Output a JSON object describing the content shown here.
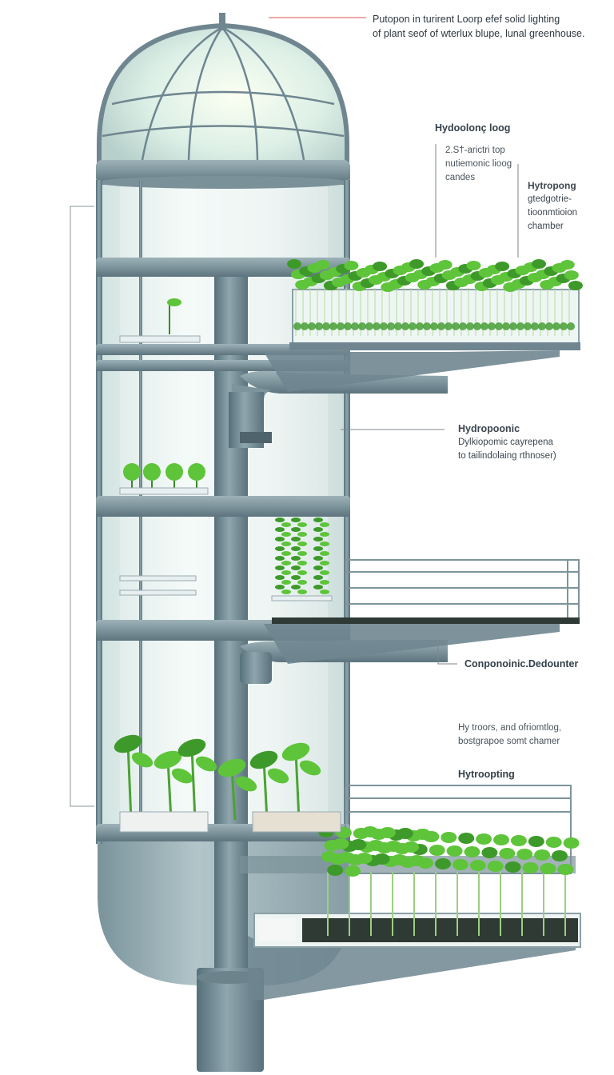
{
  "title": {
    "line1": "Putopon in turirent Loorp efef solid lighting",
    "line2": "of plant seof of wterlux blupe,  lunal greenhouse."
  },
  "labels": [
    {
      "id": "top-loop",
      "heading": "Hydoolonç loog",
      "lines": []
    },
    {
      "id": "nutrient-loop",
      "heading": "",
      "lines": [
        "2.S†-arictri top",
        "nutiemonic lioog",
        "candes"
      ]
    },
    {
      "id": "hydroponic-chamber-top",
      "heading": "Hytropong",
      "lines": [
        "gtedgotrie-",
        "tioonmtioion",
        "chamber"
      ]
    },
    {
      "id": "hydroponic-mid",
      "heading": "Hydropoonic",
      "lines": [
        "Dylkiopomic cayrepena",
        "to tailindolaing rthnoser)"
      ]
    },
    {
      "id": "component-declaunter",
      "heading": "Conponoinic.Dedounter",
      "lines": []
    },
    {
      "id": "hytroors",
      "heading": "",
      "lines": [
        "Hy troors, and ofriomtlog,",
        "bostgrapoe somt chamer"
      ]
    },
    {
      "id": "hydroopting",
      "heading": "Hytroopting",
      "lines": []
    }
  ],
  "colors": {
    "steel": "#6f8690",
    "steel_dark": "#546a74",
    "glass": "#dfeeea",
    "leaf": "#5ec43a",
    "leaf_dark": "#3d9a2a",
    "accent_line": "#d9534f"
  }
}
